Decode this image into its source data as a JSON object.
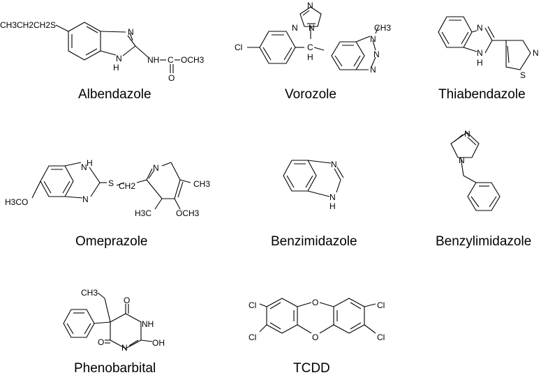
{
  "compounds": [
    {
      "name": "Albendazole",
      "atoms": {
        "side_chain": "CH3CH2CH2S",
        "n_ring": "N",
        "nh_ring": "H",
        "nh_ring_n": "N",
        "nh_amide": "NH",
        "carbonyl_c": "C",
        "ester": "OCH3",
        "oxygen": "O"
      }
    },
    {
      "name": "Vorozole",
      "atoms": {
        "chloro": "Cl",
        "methyl": "CH3",
        "triazole_n1": "N",
        "triazole_n2": "N",
        "triazole_n3": "N",
        "benzotriazole_n1": "N",
        "benzotriazole_n2": "N",
        "benzotriazole_n3": "N",
        "methine_c": "C",
        "methine_h": "H"
      }
    },
    {
      "name": "Thiabendazole",
      "atoms": {
        "n_ring": "N",
        "nh_n": "N",
        "nh_h": "H",
        "thiazole_n": "N",
        "thiazole_s": "S"
      }
    },
    {
      "name": "Omeprazole",
      "atoms": {
        "nh_n": "N",
        "nh_h": "H",
        "n_ring": "N",
        "methoxy_left": "H3CO",
        "sulfur": "S",
        "ch2": "CH2",
        "pyridine_n": "N",
        "methyl_right": "CH3",
        "methyl_bottom": "H3C",
        "methoxy_right": "OCH3"
      }
    },
    {
      "name": "Benzimidazole",
      "atoms": {
        "n_ring": "N",
        "nh_n": "N",
        "nh_h": "H"
      }
    },
    {
      "name": "Benzylimidazole",
      "atoms": {
        "n_top": "N",
        "n_bottom": "N"
      }
    },
    {
      "name": "Phenobarbital",
      "atoms": {
        "methyl": "CH3",
        "o_top": "O",
        "nh": "NH",
        "o_left": "O",
        "n_bottom": "N",
        "oh": "OH"
      }
    },
    {
      "name": "TCDD",
      "atoms": {
        "cl_1": "Cl",
        "cl_2": "Cl",
        "cl_3": "Cl",
        "cl_4": "Cl",
        "o_top": "O",
        "o_bottom": "O"
      }
    }
  ]
}
